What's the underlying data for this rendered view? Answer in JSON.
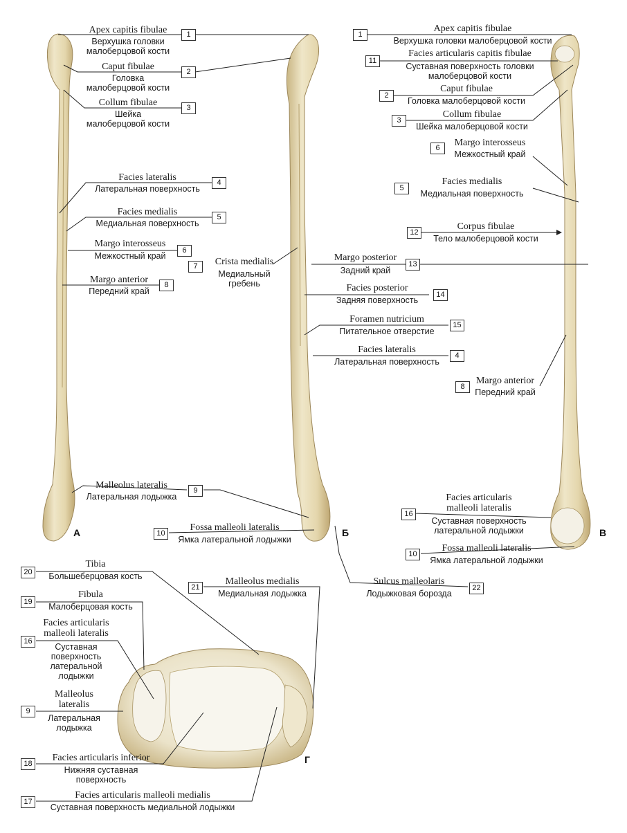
{
  "figures": {
    "a": "А",
    "b": "Б",
    "v": "В",
    "g": "Г"
  },
  "labels": {
    "apex_lat": "Apex capitis fibulae",
    "apex_rus_1": "Верхушка головки",
    "apex_rus_2": "малоберцовой кости",
    "caput_lat": "Caput fibulae",
    "caput_rus_1": "Головка",
    "caput_rus_2": "малоберцовой кости",
    "collum_lat": "Collum fibulae",
    "collum_rus_1": "Шейка",
    "collum_rus_2": "малоберцовой кости",
    "facies_lat_lat": "Facies lateralis",
    "facies_lat_rus": "Латеральная поверхность",
    "facies_med_lat": "Facies medialis",
    "facies_med_rus": "Медиальная поверхность",
    "margo_int_lat": "Margo interosseus",
    "margo_int_rus": "Межкостный край",
    "margo_ant_lat": "Margo anterior",
    "margo_ant_rus": "Передний край",
    "crista_lat": "Crista medialis",
    "crista_rus_1": "Медиальный",
    "crista_rus_2": "гребень",
    "mall_lat_lat": "Malleolus lateralis",
    "mall_lat_rus": "Латеральная лодыжка",
    "fossa_lat": "Fossa malleoli lateralis",
    "fossa_rus": "Ямка латеральной лодыжки",
    "margo_post_lat": "Margo posterior",
    "margo_post_rus": "Задний край",
    "facies_post_lat": "Facies posterior",
    "facies_post_rus": "Задняя поверхность",
    "foramen_lat": "Foramen nutricium",
    "foramen_rus": "Питательное отверстие",
    "apex_full_rus": "Верхушка головки малоберцовой кости",
    "facies_art_cap_lat": "Facies articularis capitis fibulae",
    "facies_art_cap_rus_1": "Суставная поверхность головки",
    "facies_art_cap_rus_2": "малоберцовой кости",
    "caput_full_rus": "Головка малоберцовой кости",
    "collum_full_rus": "Шейка малоберцовой кости",
    "corpus_lat": "Corpus fibulae",
    "corpus_rus": "Тело малоберцовой кости",
    "fam_lat_1": "Facies articularis",
    "fam_lat_2": "malleoli lateralis",
    "fam_rus_1": "Суставная поверхность",
    "fam_rus_2": "латеральной лодыжки",
    "sulcus_lat": "Sulcus malleolaris",
    "sulcus_rus": "Лодыжковая борозда",
    "tibia_lat": "Tibia",
    "tibia_rus": "Большеберцовая кость",
    "fibula_lat": "Fibula",
    "fibula_rus": "Малоберцовая кость",
    "mall_med_lat": "Malleolus medialis",
    "mall_med_rus": "Медиальная лодыжка",
    "g16_rus_1": "Суставная",
    "g16_rus_2": "поверхность",
    "g16_rus_3": "латеральной",
    "g16_rus_4": "лодыжки",
    "g9_lat_1": "Malleolus",
    "g9_lat_2": "lateralis",
    "g9_rus_1": "Латеральная",
    "g9_rus_2": "лодыжка",
    "fai_lat": "Facies articularis inferior",
    "fai_rus_1": "Нижняя суставная",
    "fai_rus_2": "поверхность",
    "famm_lat": "Facies articularis malleoli medialis",
    "famm_rus": "Суставная поверхность медиальной лодыжки"
  },
  "numbers": {
    "n1": "1",
    "n2": "2",
    "n3": "3",
    "n4": "4",
    "n5": "5",
    "n6": "6",
    "n7": "7",
    "n8": "8",
    "n9": "9",
    "n10": "10",
    "n11": "11",
    "n12": "12",
    "n13": "13",
    "n14": "14",
    "n15": "15",
    "n16": "16",
    "n17": "17",
    "n18": "18",
    "n19": "19",
    "n20": "20",
    "n21": "21",
    "n22": "22"
  },
  "colors": {
    "bone": "#ece2c2",
    "bone_shade": "#cbb98c",
    "line": "#222222",
    "articular": "#f4f1e6"
  }
}
